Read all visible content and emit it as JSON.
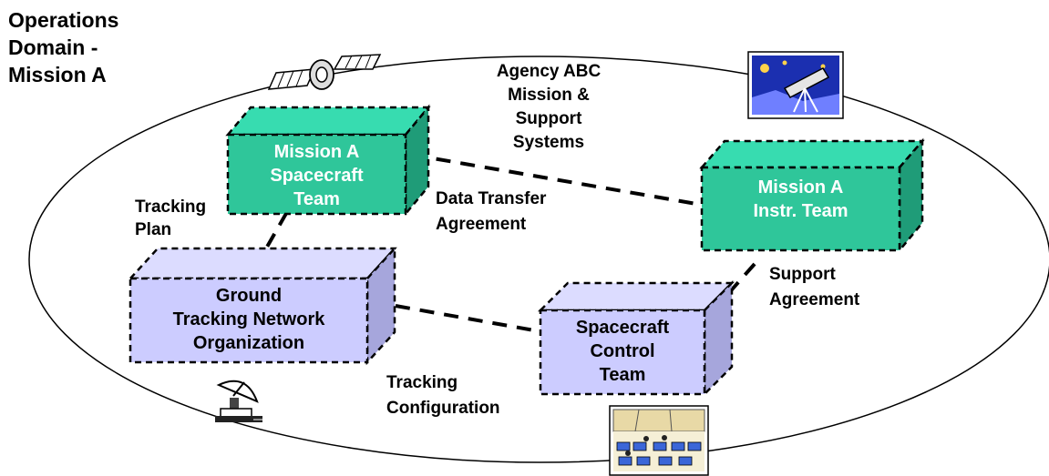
{
  "domain_title": [
    "Operations",
    "Domain -",
    "Mission A"
  ],
  "center_label": [
    "Agency ABC",
    "Mission &",
    "Support",
    "Systems"
  ],
  "boxes": {
    "spacecraft_team": [
      "Mission A",
      "Spacecraft",
      "Team"
    ],
    "instr_team": [
      "Mission A",
      "Instr. Team"
    ],
    "ground_network": [
      "Ground",
      "Tracking Network",
      "Organization"
    ],
    "control_team": [
      "Spacecraft",
      "Control",
      "Team"
    ]
  },
  "agreements": {
    "tracking_plan": [
      "Tracking",
      "Plan"
    ],
    "data_transfer": [
      "Data Transfer",
      "Agreement"
    ],
    "support": [
      "Support",
      "Agreement"
    ],
    "tracking_config": [
      "Tracking",
      "Configuration"
    ]
  },
  "icons": {
    "satellite": "satellite-icon",
    "telescope": "telescope-picture-icon",
    "dish": "dish-antenna-icon",
    "control_room": "control-room-picture-icon"
  },
  "colors": {
    "team_box": "#2fc69a",
    "team_box_top": "#37dcb0",
    "team_box_side": "#1f9c78",
    "network_box": "#ccccff",
    "network_box_top": "#dcdcff",
    "network_box_side": "#a6a6dc"
  }
}
